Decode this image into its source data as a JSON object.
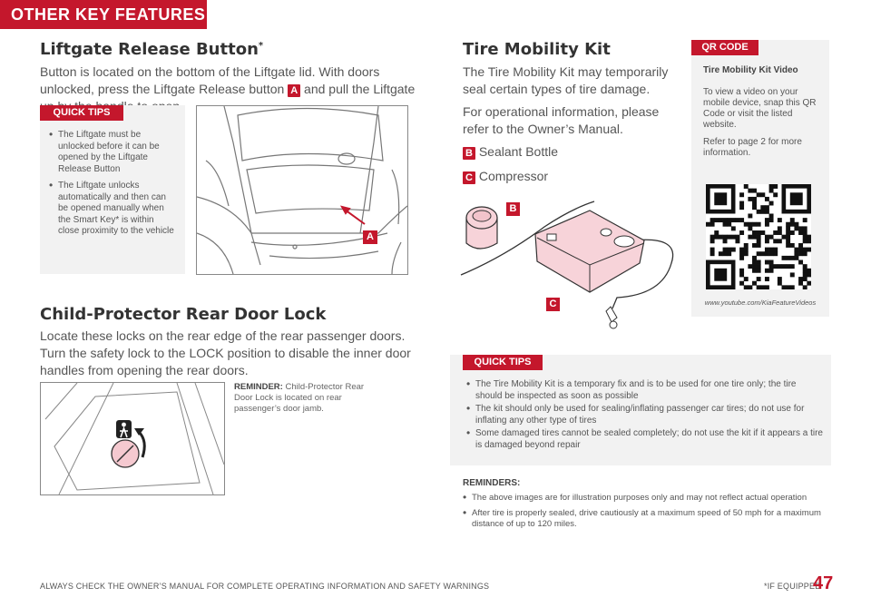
{
  "header": {
    "section_title": "OTHER KEY FEATURES"
  },
  "liftgate": {
    "title": "Liftgate Release Button",
    "title_mark": "*",
    "intro_pre": "Button is located on the bottom of the Liftgate lid. With doors unlocked, press the Liftgate Release button",
    "intro_badge": "A",
    "intro_post": "and pull the Liftgate up by the handle to open.",
    "tips_label": "QUICK TIPS",
    "tips": [
      "The Liftgate must be unlocked before it can be opened by the Liftgate Release Button",
      "The Liftgate unlocks automatically and then can be opened manually when the Smart Key* is within close proximity to the vehicle"
    ],
    "image_badge": "A"
  },
  "child_lock": {
    "title": "Child-Protector Rear Door Lock",
    "body": "Locate these locks on the rear edge of the rear passenger doors. Turn the safety lock to the LOCK position to disable the inner door handles from opening the rear doors.",
    "reminder_label": "REMINDER:",
    "reminder_text": "Child-Protector Rear Door Lock is located on rear passenger’s door jamb."
  },
  "tire_kit": {
    "title": "Tire Mobility Kit",
    "intro": "The Tire Mobility Kit may temporarily seal certain types of tire damage.",
    "more_info": "For operational information, please refer to the Owner’s Manual.",
    "items": [
      {
        "badge": "B",
        "label": "Sealant Bottle"
      },
      {
        "badge": "C",
        "label": "Compressor"
      }
    ],
    "image_badges": [
      "B",
      "C"
    ]
  },
  "qr": {
    "label": "QR CODE",
    "heading": "Tire Mobility Kit Video",
    "text1": "To view a video on your mobile device, snap this QR Code or visit the listed website.",
    "text2": "Refer to page 2 for more information.",
    "url": "www.youtube.com/KiaFeatureVideos"
  },
  "tire_tips": {
    "label": "QUICK TIPS",
    "items": [
      "The Tire Mobility Kit is a temporary fix and is to be used for one tire only; the tire should be inspected as soon as possible",
      "The kit should only be used for sealing/inflating passenger car tires; do not use for inflating any other type of tires",
      "Some damaged tires cannot be sealed completely; do not use the kit if it appears a tire is damaged beyond repair"
    ]
  },
  "reminders": {
    "label": "REMINDERS:",
    "items": [
      "The above images are for illustration purposes only and may not reflect actual operation",
      "After tire is properly sealed, drive cautiously at a maximum speed of 50 mph for a maximum distance of up to 120 miles."
    ]
  },
  "footer": {
    "warning": "ALWAYS CHECK THE OWNER’S MANUAL FOR COMPLETE OPERATING INFORMATION AND SAFETY WARNINGS",
    "note": "*IF EQUIPPED",
    "page_number": "47"
  },
  "colors": {
    "accent": "#c4172c",
    "panel": "#f2f2f2"
  }
}
